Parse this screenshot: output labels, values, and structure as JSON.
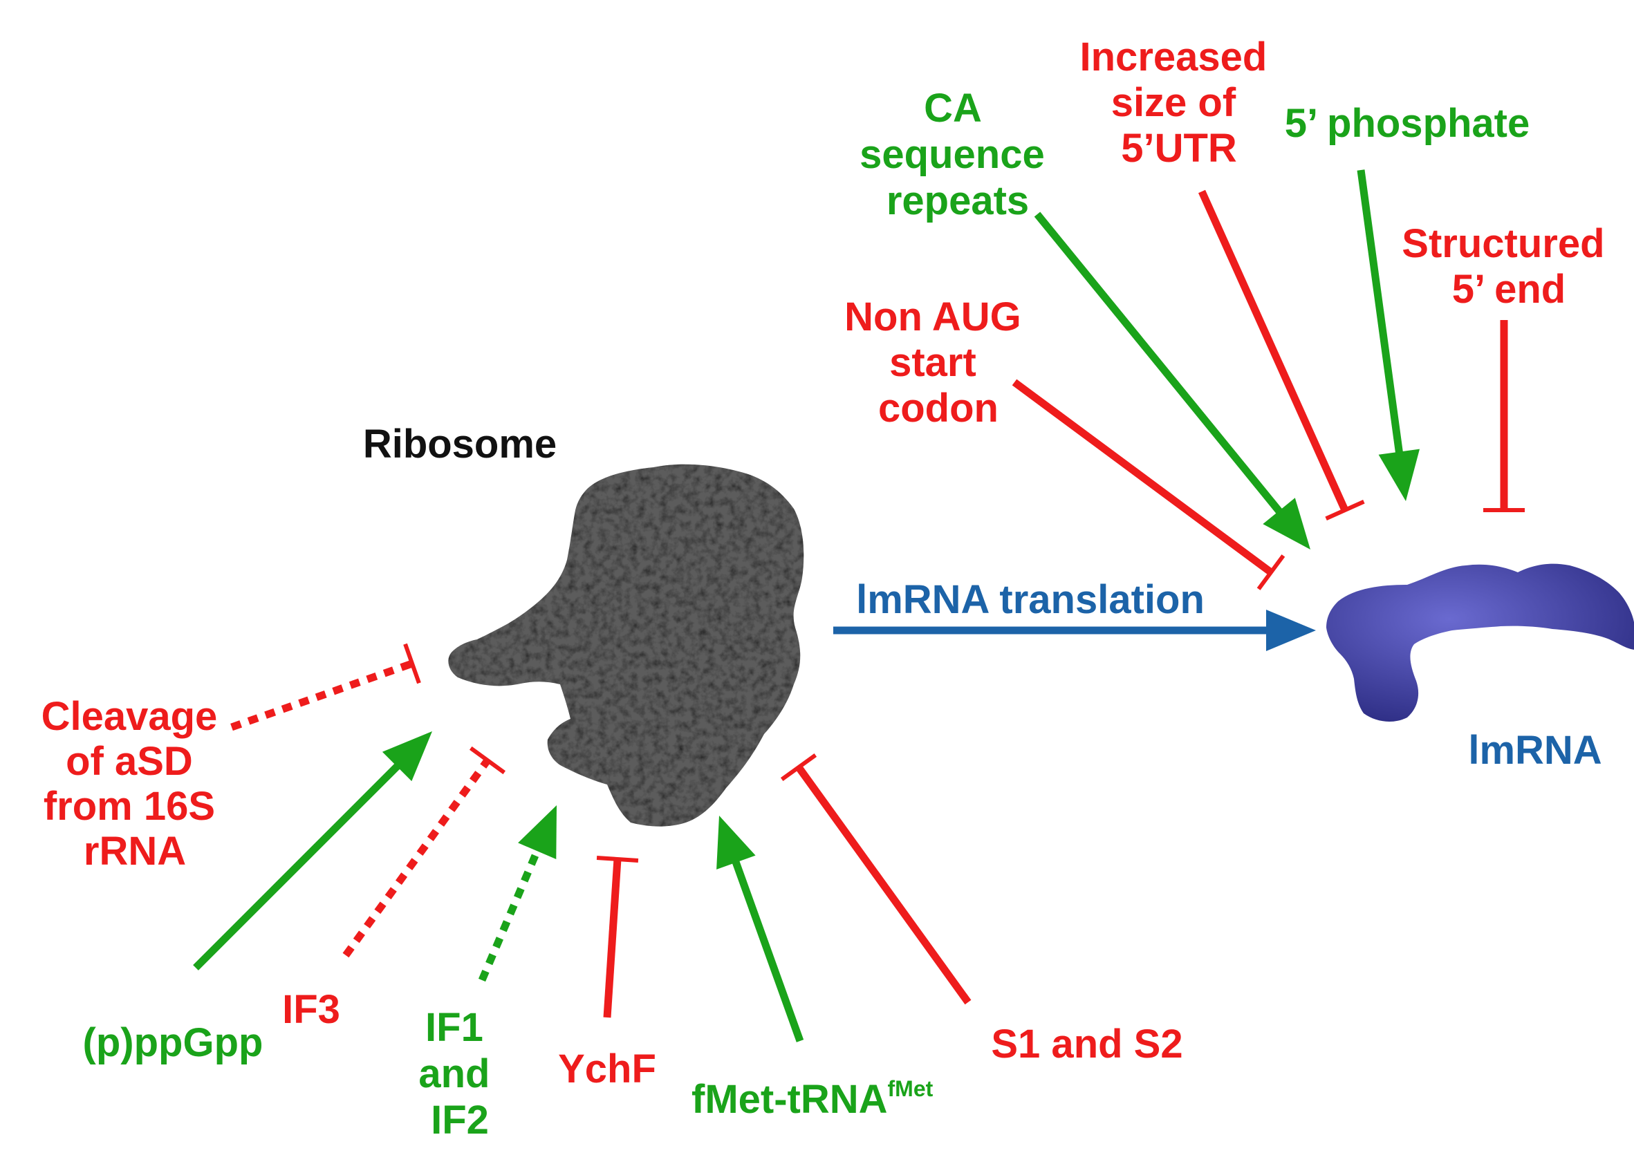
{
  "colors": {
    "activator": "#1aa31a",
    "inhibitor": "#ee1c1c",
    "translation": "#1c63a8",
    "ribosome": "#5c5c5c",
    "mrna": "#3f3fa0",
    "ribosome_label": "#111111"
  },
  "ribosome": {
    "label": "Ribosome"
  },
  "mrna": {
    "label": "lmRNA"
  },
  "translation": {
    "label": "lmRNA translation"
  },
  "factors": {
    "cleavage": [
      "Cleavage",
      "of aSD",
      "from 16S",
      "rRNA"
    ],
    "ppgpp": "(p)ppGpp",
    "if3": "IF3",
    "if1if2": [
      "IF1",
      "and",
      "IF2"
    ],
    "ychf": "YchF",
    "fmet": "fMet-tRNA",
    "fmet_sup": "fMet",
    "s1s2": "S1 and S2",
    "non_aug": [
      "Non AUG",
      "start",
      "codon"
    ],
    "ca_repeats": [
      "CA",
      "sequence",
      "repeats"
    ],
    "utr_size": [
      "Increased",
      "size of",
      "5’UTR"
    ],
    "phosphate": "5’ phosphate",
    "structured": [
      "Structured",
      "5’ end"
    ]
  }
}
